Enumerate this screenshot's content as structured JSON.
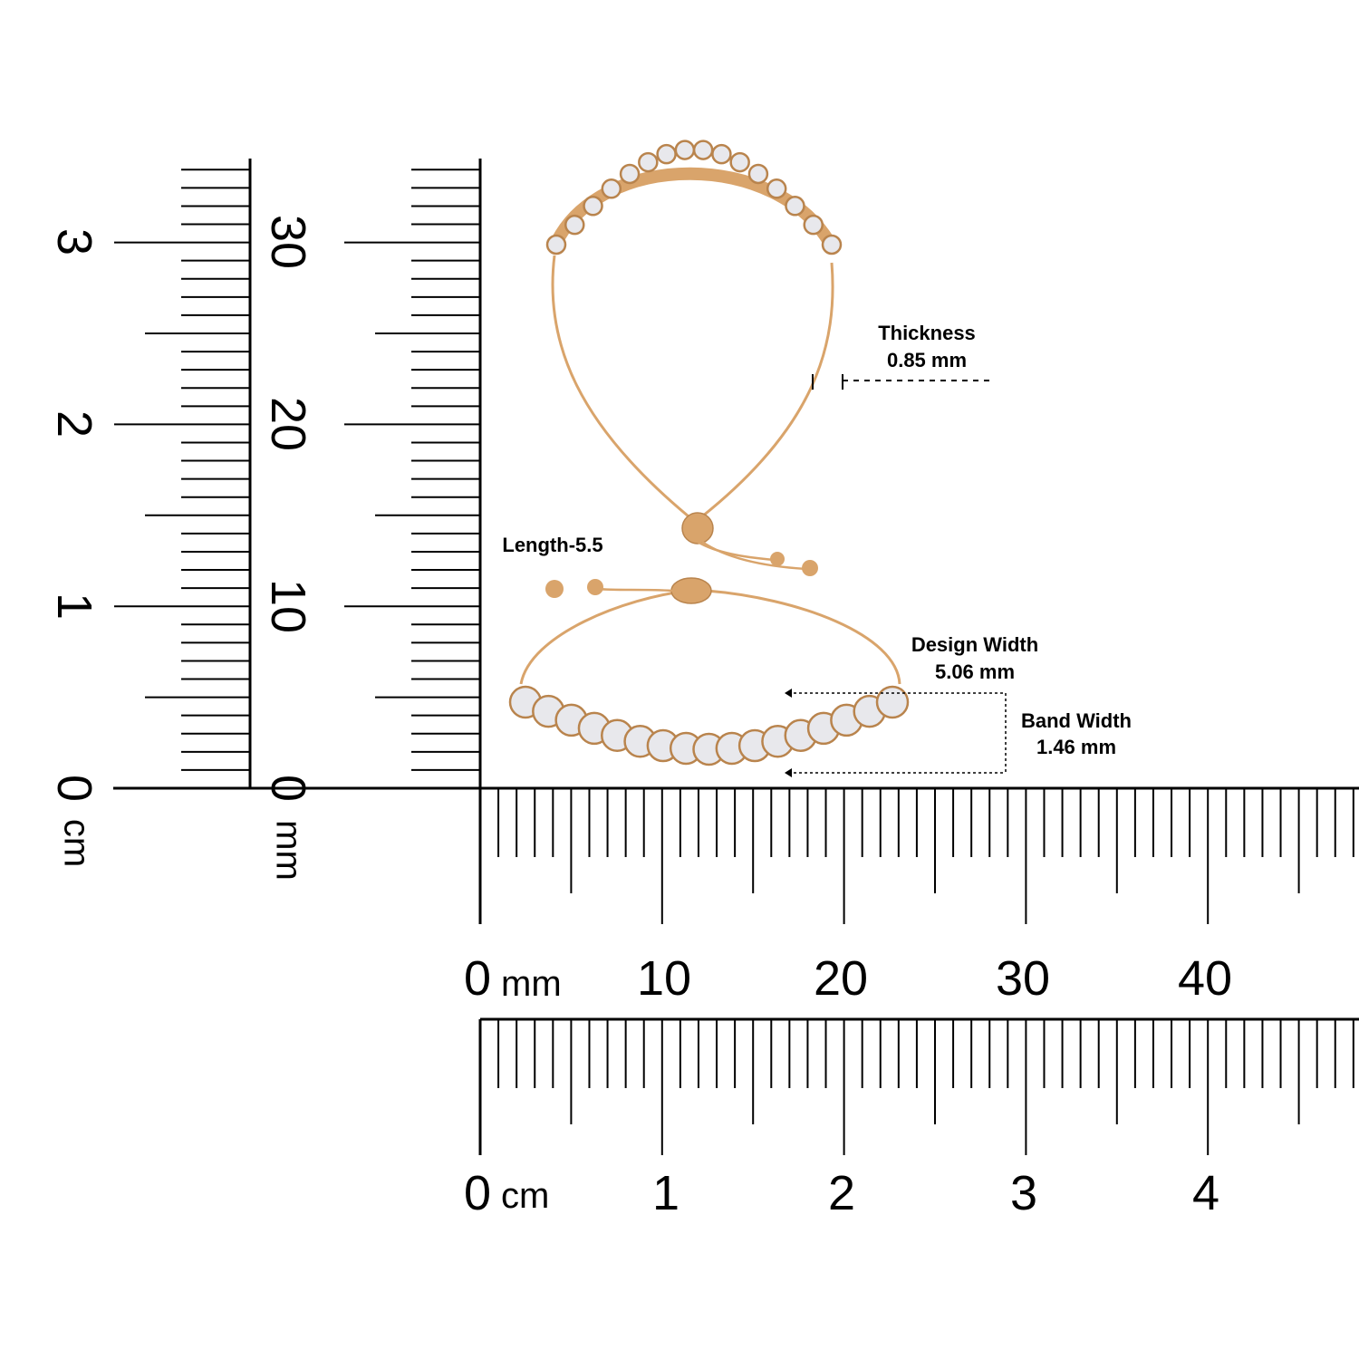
{
  "annotations": {
    "thickness_title": "Thickness",
    "thickness_value": "0.85 mm",
    "length": "Length-5.5",
    "design_width_title": "Design Width",
    "design_width_value": "5.06 mm",
    "band_width_title": "Band Width",
    "band_width_value": "1.46 mm"
  },
  "rulers": {
    "left_cm": {
      "labels": [
        "0",
        "1",
        "2",
        "3"
      ],
      "unit": "cm"
    },
    "left_mm": {
      "labels": [
        "0",
        "10",
        "20",
        "30"
      ],
      "unit": "mm"
    },
    "bottom_mm": {
      "labels": [
        "0",
        "10",
        "20",
        "30",
        "40"
      ],
      "unit": "mm"
    },
    "bottom_cm": {
      "labels": [
        "0",
        "1",
        "2",
        "3",
        "4"
      ],
      "unit": "cm"
    }
  },
  "colors": {
    "ink": "#000000",
    "gold": "#d9a46b",
    "gold_dark": "#b9844d",
    "diamond": "#e8e8ec"
  }
}
